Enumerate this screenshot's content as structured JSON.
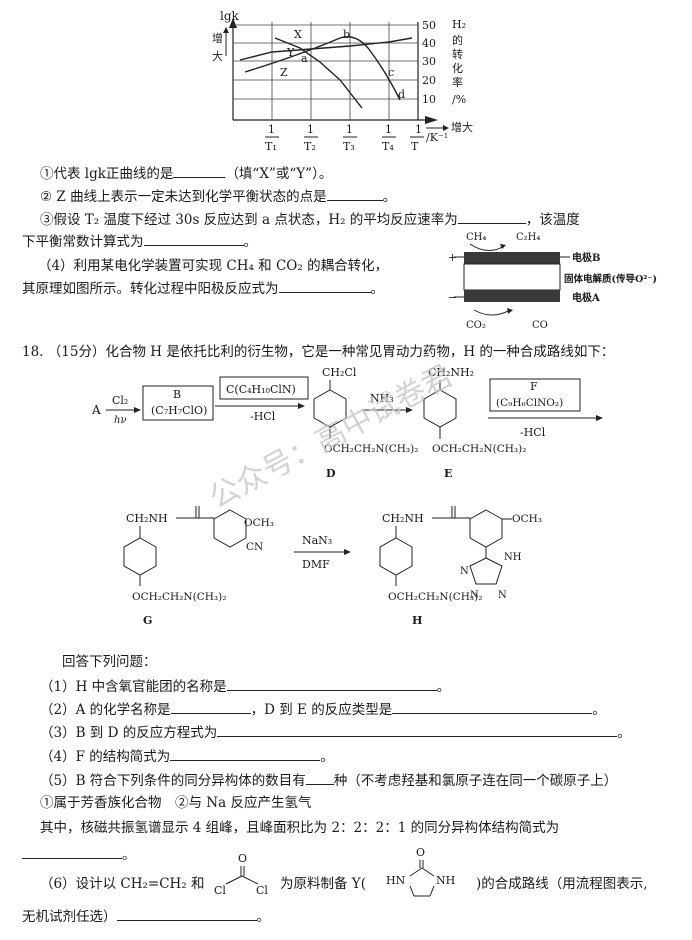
{
  "graph": {
    "y_left_label": "lgk",
    "y_left_sub": "增\n大",
    "y_right_label": "H₂的转化率",
    "y_right_unit": "/%",
    "right_ticks": [
      "50",
      "40",
      "30",
      "20",
      "10"
    ],
    "x_ticks": [
      "1/T₁",
      "1/T₂",
      "1/T₃",
      "1/T₄"
    ],
    "x_axis_label": "1/T /K⁻¹",
    "x_increase": "增大",
    "points": [
      "X",
      "Y",
      "Z",
      "a",
      "b",
      "c",
      "d"
    ]
  },
  "q17": {
    "s1": "①代表 lgk正曲线的是",
    "s1_tail": "（填“X”或“Y”）。",
    "s2": "② Z 曲线上表示一定未达到化学平衡状态的点是",
    "s2_tail": "。",
    "s3a": "③假设 T₂ 温度下经过 30s 反应达到 a 点状态，H₂ 的平均反应速率为",
    "s3a_tail": "，该温度",
    "s3b": "下平衡常数计算式为",
    "s3b_tail": "。",
    "s4a": "（4）利用某电化学装置可实现 CH₄ 和 CO₂ 的耦合转化，",
    "s4b": "其原理如图所示。转化过程中阳极反应式为",
    "s4b_tail": "。",
    "cell": {
      "ch4": "CH₄",
      "c2h4": "C₂H₄",
      "electrode_b": "电极B",
      "electrolyte": "固体电解质(传导O²⁻)",
      "electrode_a": "电极A",
      "co2": "CO₂",
      "co": "CO"
    }
  },
  "q18": {
    "header_num": "18.",
    "header_score": "（15分）",
    "header_text": "化合物 H 是依托比利的衍生物，它是一种常见胃动力药物，H 的一种合成路线如下：",
    "scheme": {
      "A": "A",
      "cl2": "Cl₂",
      "hv": "hν",
      "B": "B",
      "B_formula": "(C₇H₇ClO)",
      "C_box": "C(C₄H₁₀ClN)",
      "minus_hcl": "-HCl",
      "nh3": "NH₃",
      "F": "F",
      "F_formula": "(C₉H₆ClNO₂)",
      "D": "D",
      "E": "E",
      "G": "G",
      "H": "H",
      "nan3": "NaN₃",
      "dmf": "DMF",
      "ch2cl": "CH₂Cl",
      "ch2nh2": "CH₂NH₂",
      "ch2nh": "CH₂NH",
      "och3": "OCH₃",
      "o_side": "OCH₂CH₂N(CH₃)₂",
      "cn": "CN",
      "nh": "NH",
      "n": "N"
    },
    "answer_intro": "回答下列问题：",
    "q1": "（1）H 中含氧官能团的名称是",
    "q1_tail": "。",
    "q2a": "（2）A 的化学名称是",
    "q2b": "，D 到 E 的反应类型是",
    "q2_tail": "。",
    "q3": "（3）B 到 D 的反应方程式为",
    "q3_tail": "。",
    "q4": "（4）F 的结构简式为",
    "q4_tail": "。",
    "q5": "（5）B 符合下列条件的同分异构体的数目有",
    "q5_tail": "种（不考虑羟基和氯原子连在同一个碳原子上）",
    "q5_cond": "①属于芳香族化合物　②与 Na 反应产生氢气",
    "q5_nmr": "其中，核磁共振氢谱显示 4 组峰，且峰面积比为 2：2：2：1 的同分异构体结构简式为",
    "q5_end": "。",
    "q6a": "（6）设计以 CH₂=CH₂ 和",
    "q6b": "为原料制备 Y(",
    "q6c": ")的合成路线（用流程图表示,",
    "q6d": "无机试剂任选）",
    "q6_end": "。",
    "cl": "Cl",
    "o": "O",
    "hn": "HN",
    "nh": "NH"
  },
  "watermark": "公众号：高中试卷君"
}
